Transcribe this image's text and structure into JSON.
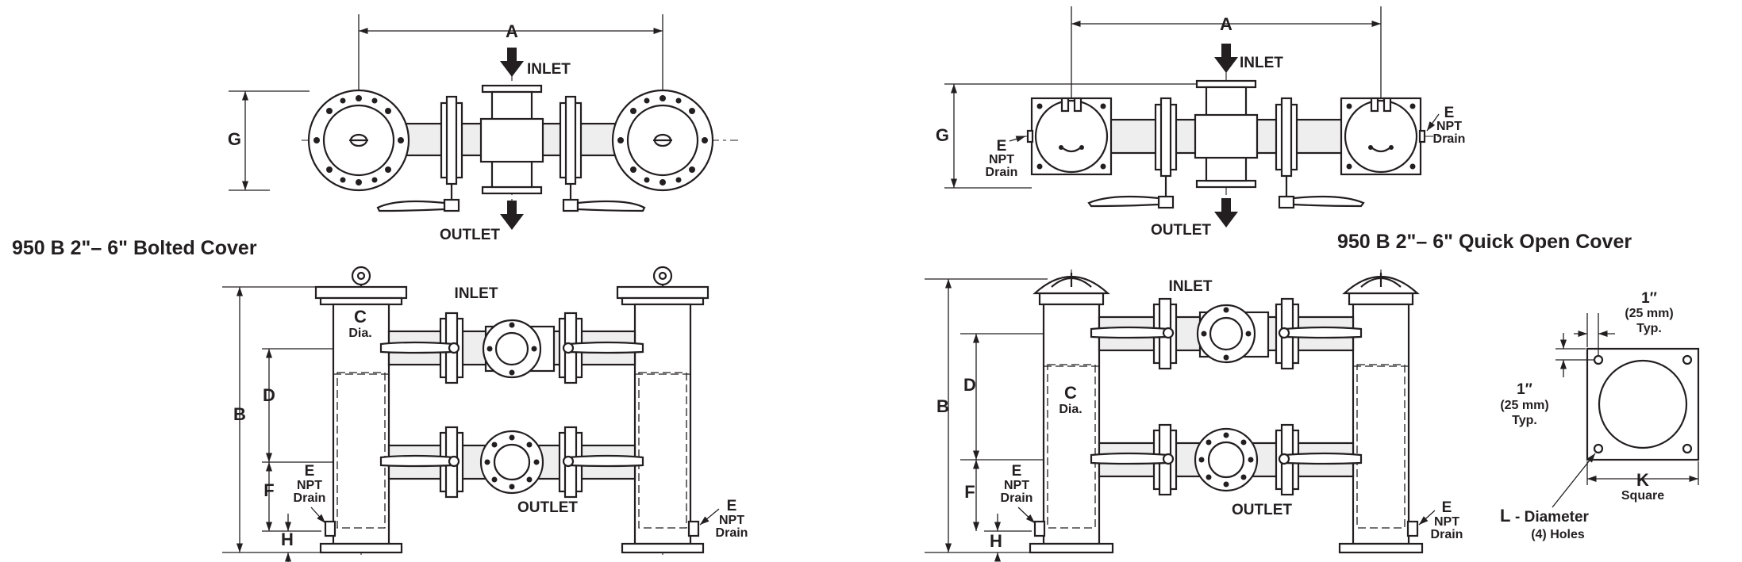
{
  "titles": {
    "bolted": "950 B  2\"– 6\" Bolted Cover",
    "quick": "950 B  2\"– 6\" Quick Open Cover"
  },
  "labels": {
    "inlet": "INLET",
    "outlet": "OUTLET",
    "A": "A",
    "B": "B",
    "C": "C",
    "dia": "Dia.",
    "D": "D",
    "E": "E",
    "npt": "NPT",
    "drain": "Drain",
    "F": "F",
    "G": "G",
    "H": "H",
    "K": "K",
    "square": "Square",
    "L": "L",
    "l_desc": "- Diameter",
    "holes": "(4) Holes",
    "one_inch": "1″",
    "one_inch_b": "1″",
    "mm25": "(25 mm)",
    "typ": "Typ."
  }
}
